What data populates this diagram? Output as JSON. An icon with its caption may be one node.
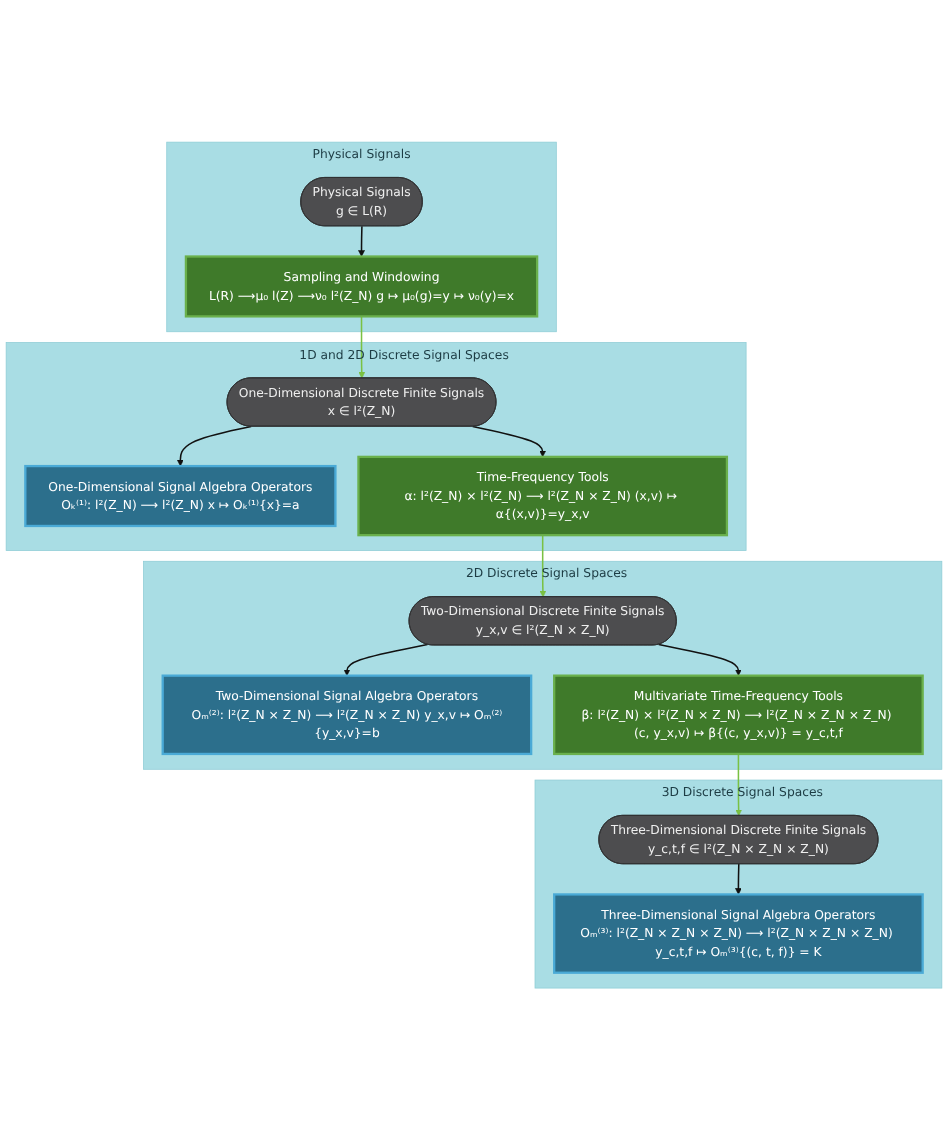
{
  "diagram": {
    "nodes": [
      {
        "text": [
          "Physical Signals"
        ]
      },
      {
        "text": [
          "Physical Signals",
          "g ∈ L(R)"
        ],
        "in": 0
      },
      {
        "text": [
          "Sampling and Windowing",
          "L(R) ⟶μ₀ l(Z) ⟶ν₀ l²(Z_N) g ↦ μ₀(g)=y ↦ ν₀(y)=x"
        ],
        "in": 0
      },
      {
        "text": [
          "1D and 2D Discrete Signal Spaces"
        ]
      },
      {
        "text": [
          "One-Dimensional Discrete Finite Signals",
          "x ∈ l²(Z_N)"
        ],
        "in": 3
      },
      {
        "text": [
          "One-Dimensional Signal Algebra Operators",
          "Oₖ⁽¹⁾: l²(Z_N) ⟶ l²(Z_N) x ↦ Oₖ⁽¹⁾{x}=a"
        ],
        "in": 3
      },
      {
        "text": [
          "Time-Frequency Tools",
          "α: l²(Z_N) × l²(Z_N) ⟶ l²(Z_N × Z_N) (x,v) ↦ α{(x,v)}=y_x,v"
        ],
        "in": 3
      },
      {
        "text": [
          "2D Discrete Signal Spaces"
        ]
      },
      {
        "text": [
          "Two-Dimensional Discrete Finite Signals",
          "y_x,v ∈ l²(Z_N × Z_N)"
        ],
        "in": 7
      },
      {
        "text": [
          "Two-Dimensional Signal Algebra Operators",
          "Oₘ⁽²⁾: l²(Z_N × Z_N) ⟶ l²(Z_N × Z_N) y_x,v ↦ Oₘ⁽²⁾{y_x,v}=b"
        ],
        "in": 7
      },
      {
        "text": [
          "Multivariate Time-Frequency Tools",
          "β: l²(Z_N) × l²(Z_N × Z_N) ⟶ l²(Z_N × Z_N × Z_N) (c, y_x,v) ↦ β{(c, y_x,v)} = y_c,t,f"
        ],
        "in": 7
      },
      {
        "text": [
          "3D Discrete Signal Spaces"
        ]
      },
      {
        "text": [
          "Three-Dimensional Discrete Finite Signals",
          "y_c,t,f ∈ l²(Z_N × Z_N × Z_N)"
        ],
        "in": 11
      },
      {
        "text": [
          "Three-Dimensional Signal Algebra Operators",
          "Oₘ⁽³⁾: l²(Z_N × Z_N × Z_N) ⟶ l²(Z_N × Z_N × Z_N) y_c,t,f ↦ Oₘ⁽³⁾{(c, t, f)} = K"
        ],
        "in": 11
      }
    ],
    "edges": [
      {
        "from": 1,
        "to": 2,
        "arrow": "to"
      },
      {
        "from": 2,
        "to": 4,
        "arrow": "to",
        "color": "#7ac143"
      },
      {
        "from": 4,
        "to": 5,
        "arrow": "to"
      },
      {
        "from": 4,
        "to": 6,
        "arrow": "to"
      },
      {
        "from": 6,
        "to": 8,
        "arrow": "to",
        "color": "#7ac143"
      },
      {
        "from": 8,
        "to": 9,
        "arrow": "to"
      },
      {
        "from": 8,
        "to": 10,
        "arrow": "to"
      },
      {
        "from": 10,
        "to": 12,
        "arrow": "to",
        "color": "#7ac143"
      },
      {
        "from": 12,
        "to": 13,
        "arrow": "to"
      }
    ]
  }
}
